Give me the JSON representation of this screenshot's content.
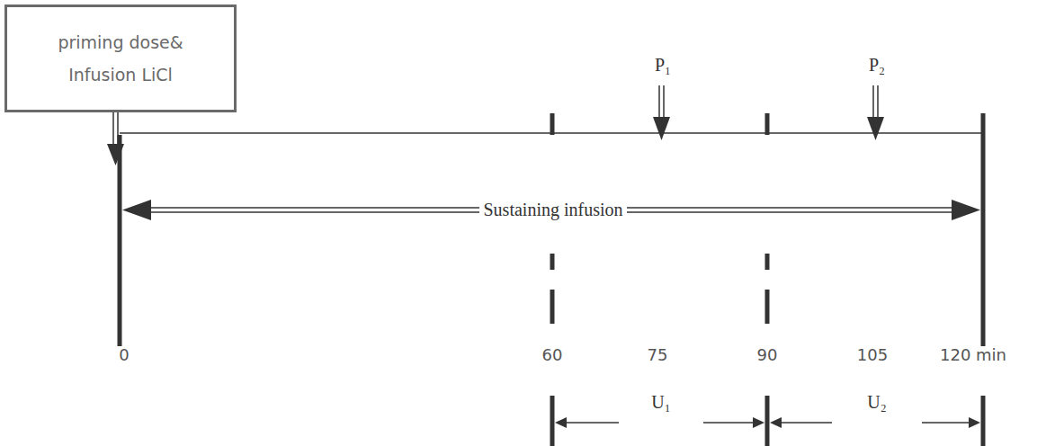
{
  "diagram": {
    "nodes": [
      {
        "text": [
          "priming dose& Infusion LiCl"
        ]
      }
    ],
    "labels": [
      "P₁",
      "P₂",
      "Sustaining infusion",
      "0",
      "60",
      "75",
      "90",
      "105",
      "120 min",
      "U₁",
      "U₂"
    ]
  }
}
